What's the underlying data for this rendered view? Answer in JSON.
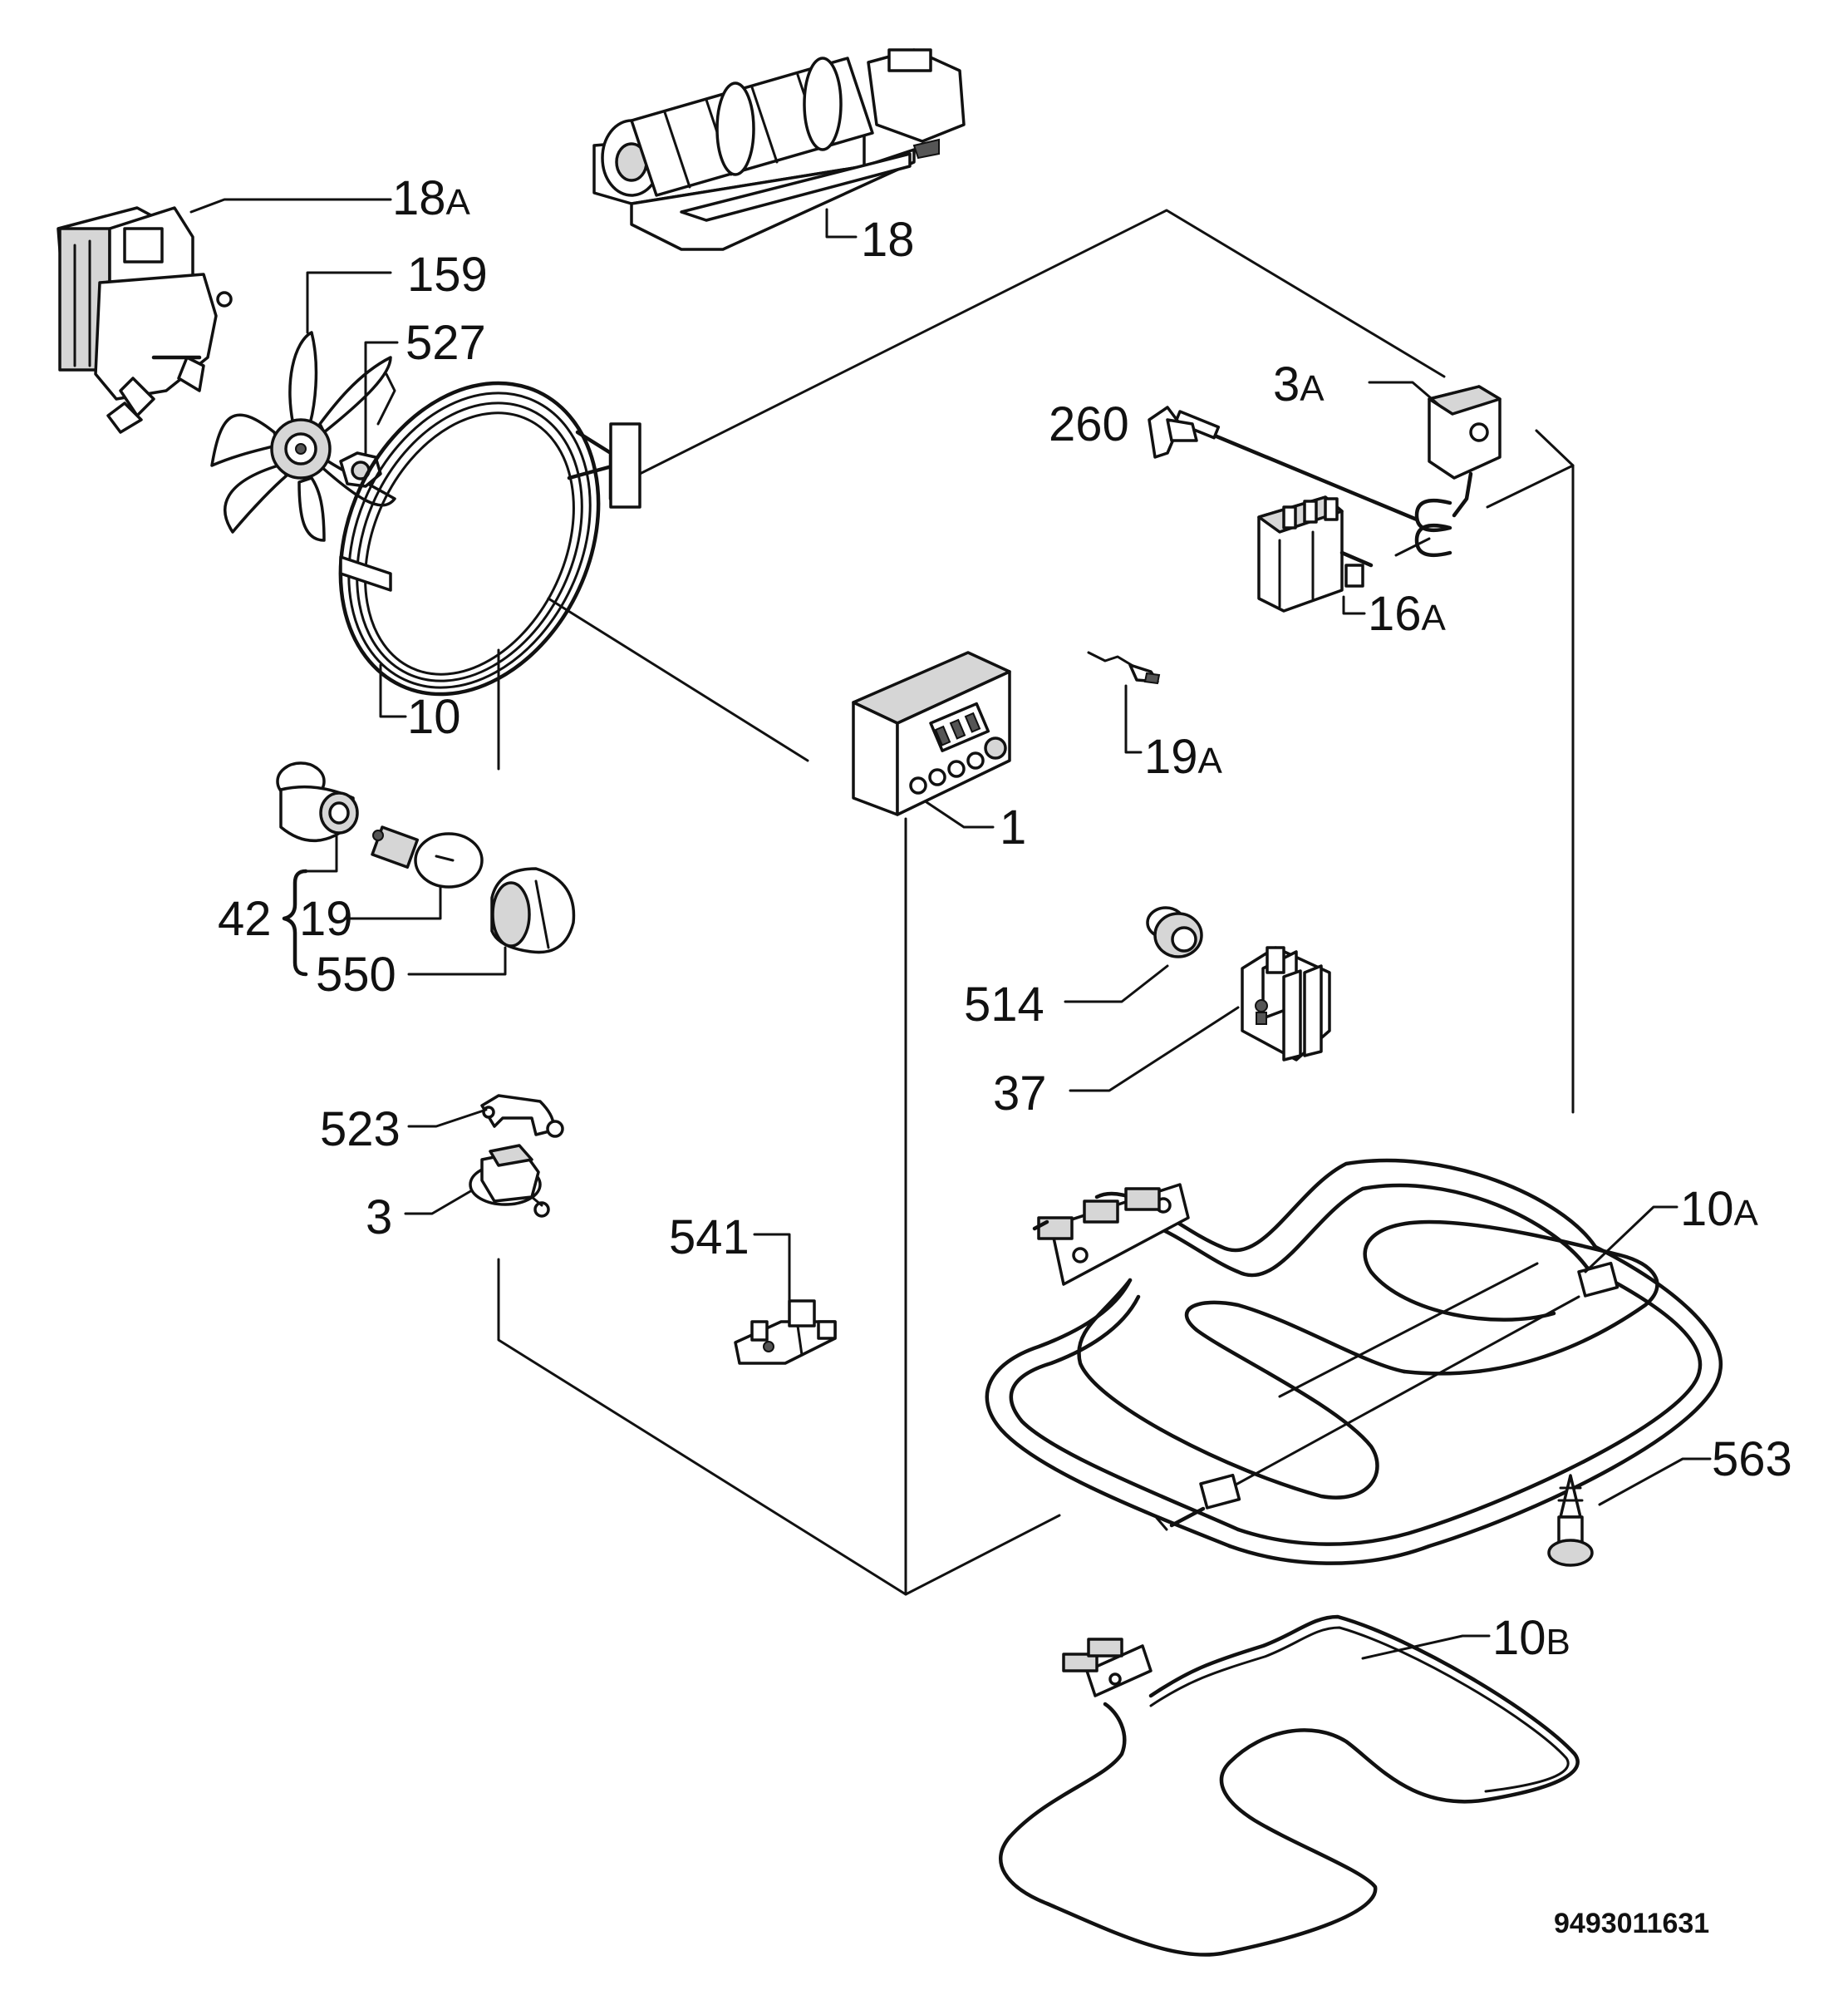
{
  "labels": {
    "p18a": {
      "main": "18",
      "sub": "A"
    },
    "p159": {
      "main": "159",
      "sub": ""
    },
    "p527": {
      "main": "527",
      "sub": ""
    },
    "p18": {
      "main": "18",
      "sub": ""
    },
    "p3a": {
      "main": "3",
      "sub": "A"
    },
    "p260": {
      "main": "260",
      "sub": ""
    },
    "p16a": {
      "main": "16",
      "sub": "A"
    },
    "p10": {
      "main": "10",
      "sub": ""
    },
    "p19a": {
      "main": "19",
      "sub": "A"
    },
    "p1": {
      "main": "1",
      "sub": ""
    },
    "p42": {
      "main": "42",
      "sub": ""
    },
    "p19": {
      "main": "19",
      "sub": ""
    },
    "p550": {
      "main": "550",
      "sub": ""
    },
    "p514": {
      "main": "514",
      "sub": ""
    },
    "p37": {
      "main": "37",
      "sub": ""
    },
    "p523": {
      "main": "523",
      "sub": ""
    },
    "p3": {
      "main": "3",
      "sub": ""
    },
    "p541": {
      "main": "541",
      "sub": ""
    },
    "p10a": {
      "main": "10",
      "sub": "A"
    },
    "p563": {
      "main": "563",
      "sub": ""
    },
    "p10b": {
      "main": "10",
      "sub": "B"
    }
  },
  "diagram_code": "9493011631"
}
